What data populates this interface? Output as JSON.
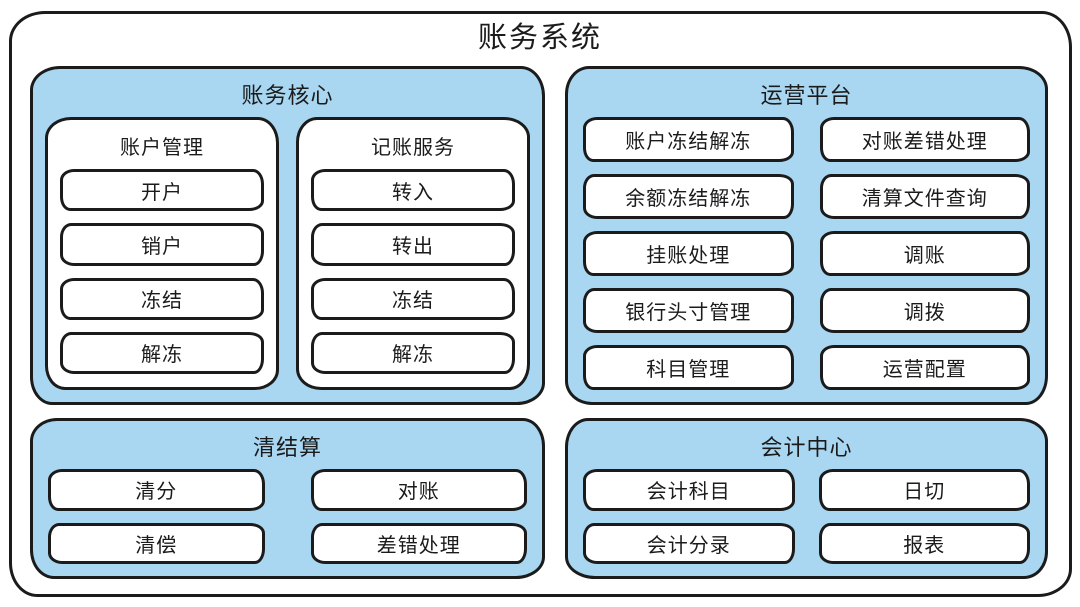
{
  "title": "账务系统",
  "colors": {
    "outline": "#1b1b1b",
    "section_fill": "#a9d7f1",
    "box_fill": "#ffffff"
  },
  "sections": {
    "core": {
      "title": "账务核心",
      "groups": [
        {
          "title": "账户管理",
          "items": [
            "开户",
            "销户",
            "冻结",
            "解冻"
          ]
        },
        {
          "title": "记账服务",
          "items": [
            "转入",
            "转出",
            "冻结",
            "解冻"
          ]
        }
      ]
    },
    "operations": {
      "title": "运营平台",
      "columns": [
        {
          "items": [
            "账户冻结解冻",
            "余额冻结解冻",
            "挂账处理",
            "银行头寸管理",
            "科目管理"
          ]
        },
        {
          "items": [
            "对账差错处理",
            "清算文件查询",
            "调账",
            "调拨",
            "运营配置"
          ]
        }
      ]
    },
    "clearing": {
      "title": "清结算",
      "columns": [
        {
          "items": [
            "清分",
            "清偿"
          ]
        },
        {
          "items": [
            "对账",
            "差错处理"
          ]
        }
      ]
    },
    "accounting": {
      "title": "会计中心",
      "columns": [
        {
          "items": [
            "会计科目",
            "会计分录"
          ]
        },
        {
          "items": [
            "日切",
            "报表"
          ]
        }
      ]
    }
  }
}
